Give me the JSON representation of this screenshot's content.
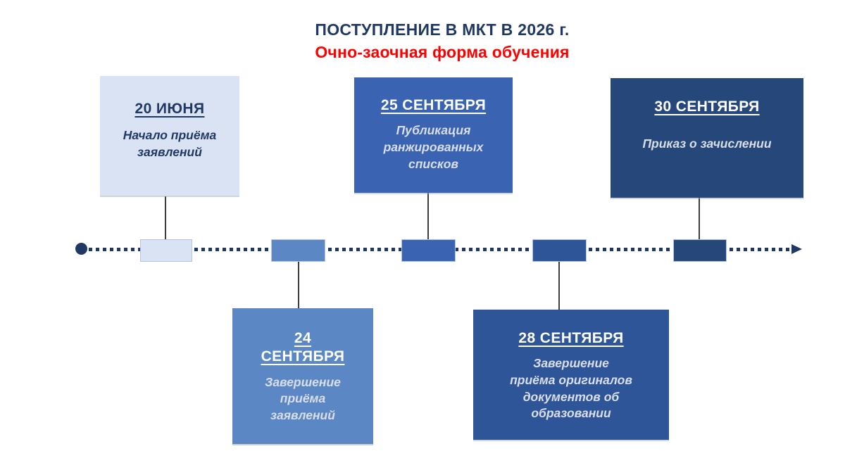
{
  "title": {
    "line1": "ПОСТУПЛЕНИЕ В МКТ В 2026 г.",
    "line2": "Очно-заочная форма обучения"
  },
  "colors": {
    "title_navy": "#1f3864",
    "subtitle_red": "#ff0000",
    "axis_navy": "#1f3864",
    "connector_gray": "#3d3d3d",
    "marker_border": "#b6c5e4",
    "dark_box_body_text": "#d9dee9"
  },
  "timeline": {
    "direction": "left-to-right",
    "events": [
      {
        "date": "20 ИЮНЯ",
        "description": "Начало приёма\nзаявлений",
        "color": "#dae3f3",
        "text_color": "#1f3864",
        "position": "above"
      },
      {
        "date": "24\nСЕНТЯБРЯ",
        "description": "Завершение\nприёма\nзаявлений",
        "color": "#5b87c5",
        "text_color": "#ffffff",
        "position": "below"
      },
      {
        "date": "25 СЕНТЯБРЯ",
        "description": "Публикация\nранжированных\nсписков",
        "color": "#3a63b1",
        "text_color": "#ffffff",
        "position": "above"
      },
      {
        "date": "28 СЕНТЯБРЯ",
        "description": "Завершение\nприёма оригиналов\nдокументов об\nобразовании",
        "color": "#2e5597",
        "text_color": "#ffffff",
        "position": "below"
      },
      {
        "date": "30 СЕНТЯБРЯ",
        "description": "Приказ о зачислении",
        "color": "#264779",
        "text_color": "#ffffff",
        "position": "above"
      }
    ]
  }
}
